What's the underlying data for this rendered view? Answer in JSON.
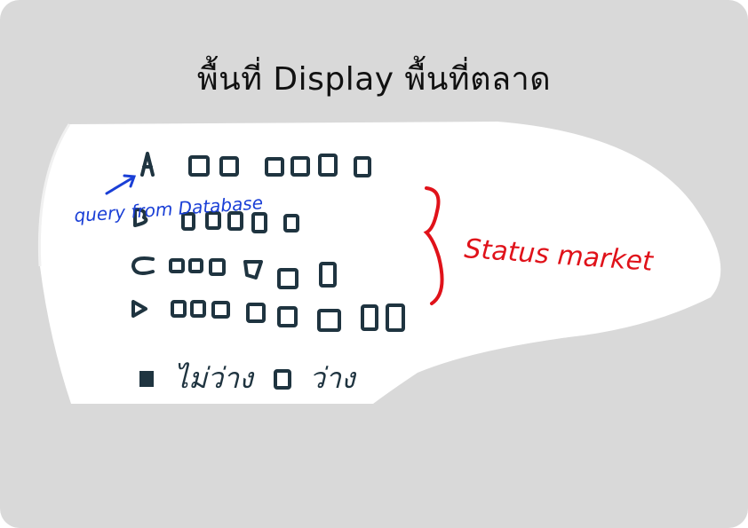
{
  "title": "พื้นที่ Display  พื้นที่ตลาด",
  "sketch": {
    "rows": [
      {
        "label": "A",
        "slots": 6
      },
      {
        "label": "B",
        "slots": 5
      },
      {
        "label": "C",
        "slots": 6
      },
      {
        "label": "D",
        "slots": 8
      }
    ],
    "annotation": "query from Database",
    "status_text": "Status market",
    "legend": [
      {
        "marker": "filled",
        "text": "ไม่ว่าง"
      },
      {
        "marker": "empty",
        "text": "ว่าง"
      }
    ],
    "colors": {
      "ink": "#1f3440",
      "annotation": "#1a3fd6",
      "status": "#e0121a",
      "canvas": "#d9d9d9",
      "paper": "#ffffff"
    }
  }
}
